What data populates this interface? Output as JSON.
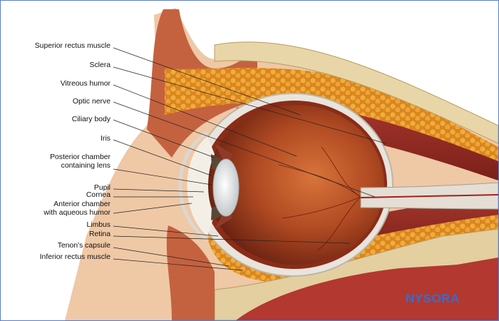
{
  "figure": {
    "labels": [
      {
        "id": "superior-rectus-muscle",
        "text": "Superior rectus muscle"
      },
      {
        "id": "sclera",
        "text": "Sclera"
      },
      {
        "id": "vitreous-humor",
        "text": "Vitreous humor"
      },
      {
        "id": "optic-nerve",
        "text": "Optic nerve"
      },
      {
        "id": "ciliary-body",
        "text": "Ciliary body"
      },
      {
        "id": "iris",
        "text": "Iris"
      },
      {
        "id": "posterior-chamber",
        "lines": [
          "Posterior chamber",
          "containing lens"
        ]
      },
      {
        "id": "pupil",
        "text": "Pupil"
      },
      {
        "id": "cornea",
        "text": "Cornea"
      },
      {
        "id": "anterior-chamber",
        "lines": [
          "Anterior chamber",
          "with aqueous humor"
        ]
      },
      {
        "id": "limbus",
        "text": "Limbus"
      },
      {
        "id": "retina",
        "text": "Retina"
      },
      {
        "id": "tenons-capsule",
        "text": "Tenon's capsule"
      },
      {
        "id": "inferior-rectus-muscle",
        "text": "Inferior rectus muscle"
      }
    ]
  },
  "logo": {
    "text": "NYSORA",
    "color": "#2f6fd6"
  }
}
